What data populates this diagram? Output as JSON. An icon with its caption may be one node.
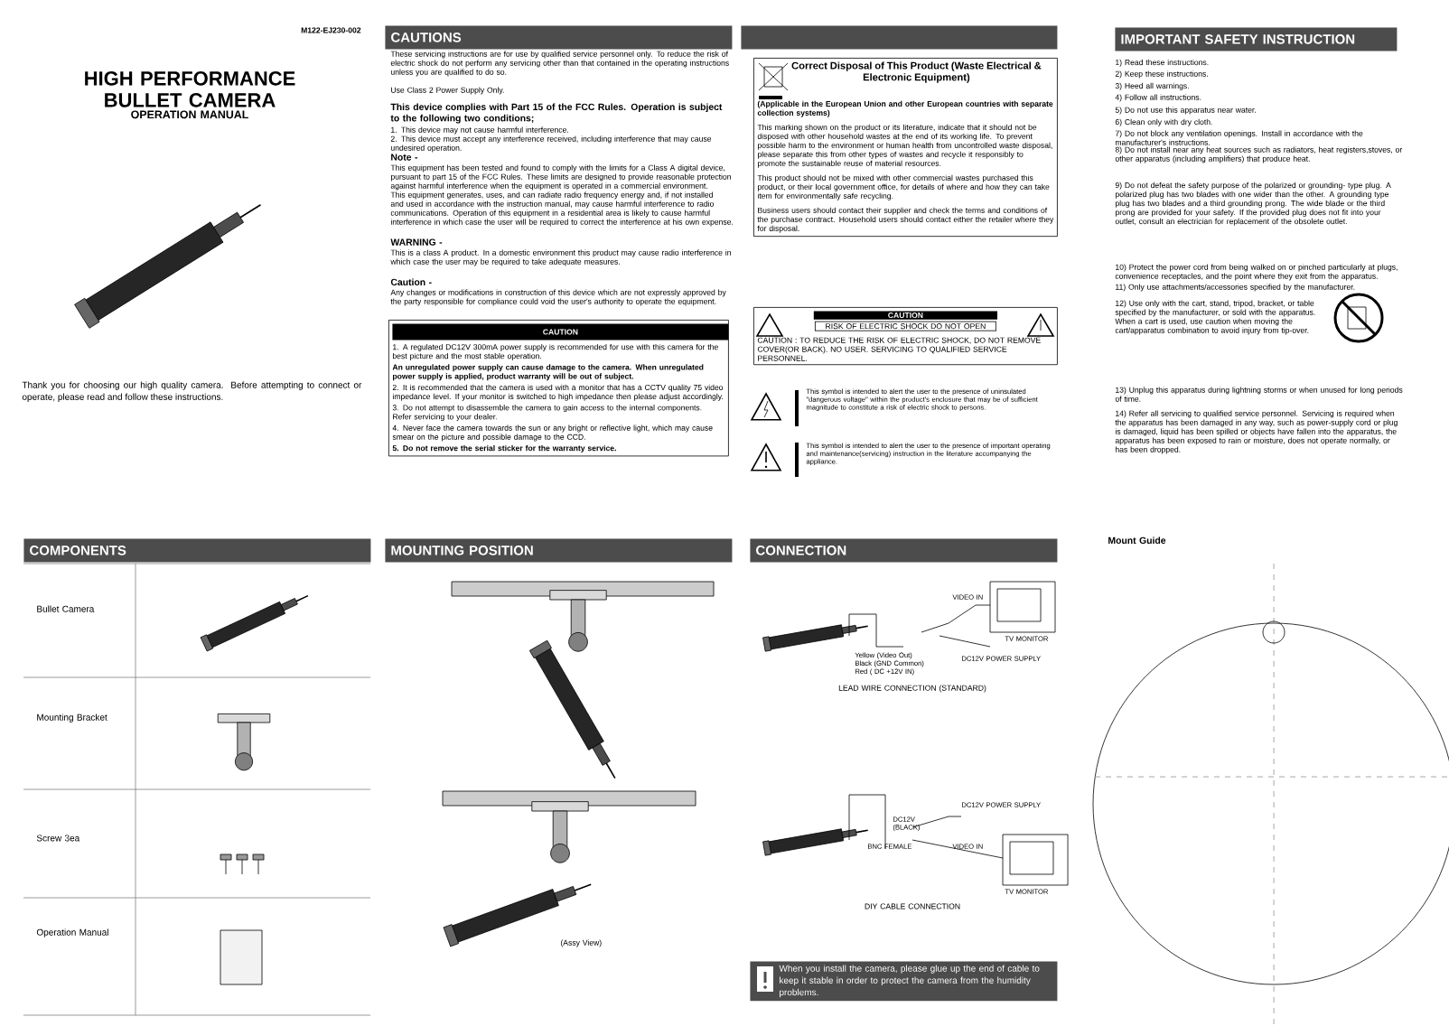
{
  "diagram": {
    "title": "HIGH PERFORMANCE BULLET CAMERA",
    "nodes": [
      {
        "text": [
          "CAUTIONS"
        ]
      },
      {
        "text": [
          "IMPORTANT SAFETY INSTRUCTION"
        ]
      },
      {
        "text": [
          "CAUTION",
          "1. A regulated DC12V 300mA power supply is recommended for use with this camera for the best picture and the most stable operation.",
          "An unregulated power supply can cause damage to the camera. When unregulated power supply is applied, product warranty will be out of subject.",
          "2. It is recommended that the camera is used with a monitor that has a CCTV quality 75 video impedance level. If your monitor is switched to high impedance then please adjust accordingly.",
          "3. Do not attempt to disassemble the camera to gain access to the internal components. Refer servicing to your dealer.",
          "4. Never face the camera towards the sun or any bright or reflective light, which may cause smear on the picture and possible damage to the CCD.",
          "5. Do not remove the serial sticker for the warranty service."
        ]
      },
      {
        "text": [
          "Correct Disposal of This Product (Waste Electrical & Electronic Equipment)",
          "(Applicable in the European Union and other European countries with separate collection systems)",
          "This marking shown on the product or its literature, indicate that it should not be disposed with other household wastes at the end of its working life. To prevent possible harm to the environment or human health from uncontrolled waste disposal, please separate this from other types of wastes and recycle it responsibly to promote the sustainable reuse of material resources.",
          "This product should not be mixed with other commercial wastes purchased this product, or their local government office, for details of where and how they can take item for environmentally safe recycling.",
          "Business users should contact their supplier and check the terms and conditions of the purchase contract. Household users should contact either the retailer where they for disposal."
        ]
      },
      {
        "text": [
          "CAUTION",
          "RISK OF ELECTRIC SHOCK DO NOT OPEN",
          "CAUTION : TO REDUCE THE RISK OF ELECTRIC SHOCK, DO NOT REMOVE COVER(OR BACK). NO USER. SERVICING TO QUALIFIED SERVICE PERSONNEL."
        ]
      },
      {
        "text": [
          "COMPONENTS"
        ]
      },
      {
        "text": [
          "MOUNTING POSITION"
        ]
      },
      {
        "text": [
          "CONNECTION"
        ]
      },
      {
        "text": [],
        "shape": "bar"
      },
      {
        "text": [
          "When you install the camera, please glue up the end of cable to keep it stable in order to protect the camera from the humidity problems."
        ]
      }
    ],
    "labels": [
      "M122-EJ230-002",
      "OPERATION MANUAL",
      "Thank you for choosing our high quality camera. Before attempting to connect or operate, please read and follow these instructions.",
      "These servicing instructions are for use by qualified service personnel only. To reduce the risk of electric shock do not perform any servicing other than that contained in the operating instructions unless you are qualified to do so.",
      "Use Class 2 Power Supply Only.",
      "This device complies with Part 15 of the FCC Rules. Operation is subject to the following two conditions;",
      "1. This device may not cause harmful interference.",
      "2. This device must accept any interference received, including interference that may cause undesired operation.",
      "Note -",
      "This equipment has been tested and found to comply with the limits for a Class A digital device, pursuant to part 15 of the FCC Rules. These limits are designed to provide reasonable protection against harmful interference when the equipment is operated in a commercial environment. This equipment generates, uses, and can radiate radio frequency energy and, if not installed and used in accordance with the instruction manual, may cause harmful interference to radio communications. Operation of this equipment in a residential area is likely to cause harmful interference in which case the user will be required to correct the interference at his own expense.",
      "WARNING -",
      "This is a class A product. In a domestic environment this product may cause radio interference in which case the user may be required to take adequate measures.",
      "Caution -",
      "Any changes or modifications in construction of this device which are not expressly approved by the party responsible for compliance could void the user's authority to operate the equipment.",
      "This symbol is intended to alert the user to the presence of uninsulated \"dangerous voltage\" within the product's enclosure that may be of sufficient magnitude to constitute a risk of electric shock to persons.",
      "This symbol is intended to alert the user to the presence of important operating and maintenance(servicing) instruction in the literature accompanying the appliance.",
      "1) Read these instructions.",
      "2) Keep these instructions.",
      "3) Heed all warnings.",
      "4) Follow all instructions.",
      "5) Do not use this apparatus near water.",
      "6) Clean only with dry cloth.",
      "7) Do not block any ventilation openings. Install in accordance with the manufacturer's instructions.",
      "8) Do not install near any heat sources such as radiators, heat registers,stoves, or other apparatus (including amplifiers) that produce heat.",
      "9) Do not defeat the safety purpose of the polarized or grounding- type plug. A polarized plug has two blades with one wider than the other. A grounding type plug has two blades and a third grounding prong. The wide blade or the third prong are provided for your safety. If the provided plug does not fit into your outlet, consult an electrician for replacement of the obsolete outlet.",
      "10) Protect the power cord from being walked on or pinched particularly at plugs, convenience receptacles, and the point where they exit from the apparatus.",
      "11) Only use attachments/accessories specified by the manufacturer.",
      "12) Use only with the cart, stand, tripod, bracket, or table specified by the manufacturer, or sold with the apparatus. When a cart is used, use caution when moving the cart/apparatus combination to avoid injury from tip-over.",
      "13) Unplug this apparatus during lightning storms or when unused for long periods of time.",
      "14) Refer all servicing to qualified service personnel. Servicing is required when the apparatus has been damaged in any way, such as power-supply cord or plug is damaged, liquid has been spilled or objects have fallen into the apparatus, the apparatus has been exposed to rain or moisture, does not operate normally, or has been dropped.",
      "Bullet Camera",
      "Mounting Bracket",
      "Screw 3ea",
      "Operation Manual",
      "(Assy View)",
      "VIDEO IN",
      "TV MONITOR",
      "Yellow (Video Out)",
      "Black (GND Common)",
      "Red ( DC +12V IN)",
      "DC12V POWER SUPPLY",
      "LEAD WIRE CONNECTION (STANDARD)",
      "DC12V POWER SUPPLY",
      "DC12V (BLACK)",
      "BNC FEMALE",
      "VIDEO IN",
      "TV MONITOR",
      "DIY CABLE CONNECTION",
      "Mount Guide"
    ]
  }
}
